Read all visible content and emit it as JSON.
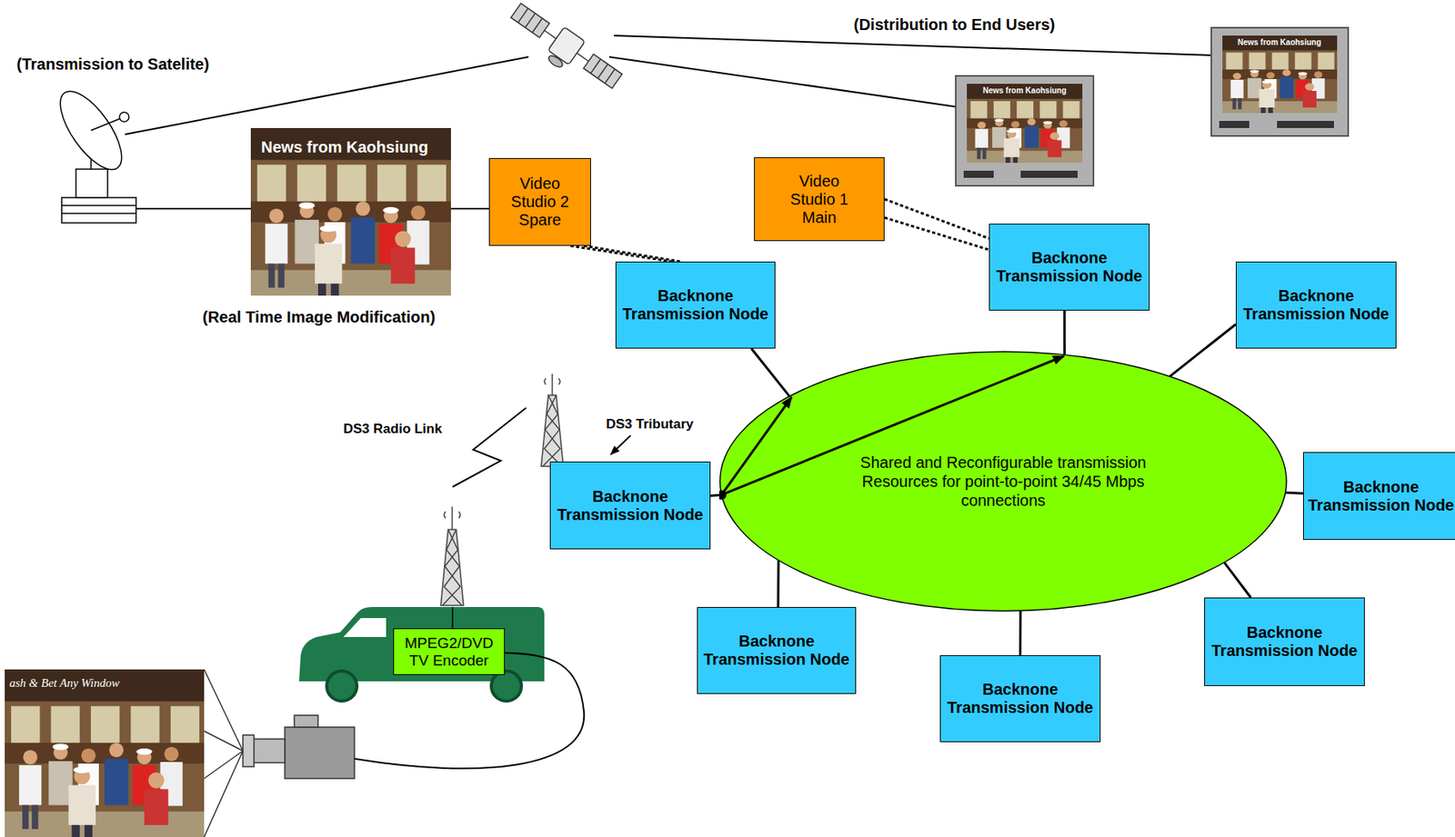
{
  "diagram": {
    "nodes": [
      {
        "text": [
          "Video Studio 2 Spare"
        ]
      },
      {
        "text": [
          "Video Studio 1 Main"
        ]
      },
      {
        "text": [
          "Backnone Transmission Node"
        ]
      },
      {
        "text": [
          "Backnone Transmission Node"
        ]
      },
      {
        "text": [
          "Backnone Transmission Node"
        ]
      },
      {
        "text": [
          "Shared and Reconfigurable transmission Resources for point-to-point 34/45 Mbps connections"
        ]
      },
      {
        "text": [
          "Backnone Transmission Node"
        ]
      },
      {
        "text": [
          "Backnone Transmission Node"
        ]
      },
      {
        "text": [
          "Backnone Transmission Node"
        ]
      },
      {
        "text": [
          "Backnone Transmission Node"
        ]
      },
      {
        "text": [
          "Backnone Transmission Node"
        ]
      },
      {
        "text": [
          "MPEG2/DVD TV Encoder"
        ]
      }
    ],
    "edges": [
      {
        "from": 0,
        "to": 3,
        "arrow": "none"
      },
      {
        "from": 1,
        "to": 2,
        "arrow": "none"
      },
      {
        "from": 2,
        "to": 5,
        "arrow": "none"
      },
      {
        "from": 3,
        "to": 5,
        "arrow": "none"
      },
      {
        "from": 4,
        "to": 5,
        "arrow": "none"
      },
      {
        "from": 6,
        "to": 5,
        "arrow": "none"
      },
      {
        "from": 7,
        "to": 5,
        "arrow": "none"
      },
      {
        "from": 8,
        "to": 5,
        "arrow": "none"
      },
      {
        "from": 9,
        "to": 5,
        "arrow": "none"
      },
      {
        "from": 10,
        "to": 5,
        "arrow": "none"
      }
    ],
    "labels": [
      "(Transmission to Satelite)",
      "(Distribution to End Users)",
      "News from Kaohsiung",
      "News from Kaohsiung",
      "News from Kaohsiung",
      "(Real Time Image Modification)",
      "DS3 Tributary",
      "DS3 Radio Link",
      "ash & Bet Any Window"
    ]
  }
}
